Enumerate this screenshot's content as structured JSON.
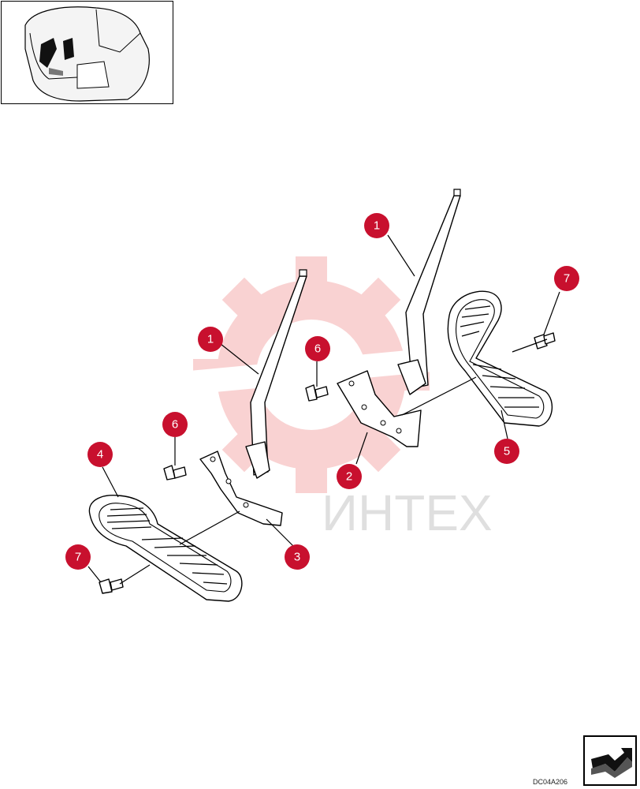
{
  "drawing_code": "DC04A206",
  "watermark_text": "ИНТЕХ",
  "callout_color": "#c8102e",
  "callouts": [
    {
      "id": "rod-upper",
      "label": "1"
    },
    {
      "id": "rod-lower",
      "label": "1"
    },
    {
      "id": "bracket-right",
      "label": "2"
    },
    {
      "id": "bracket-left",
      "label": "3"
    },
    {
      "id": "pedal-left",
      "label": "4"
    },
    {
      "id": "pedal-right",
      "label": "5"
    },
    {
      "id": "bolt-upper",
      "label": "6"
    },
    {
      "id": "bolt-lower",
      "label": "6"
    },
    {
      "id": "bolt-right",
      "label": "7"
    },
    {
      "id": "bolt-left",
      "label": "7"
    }
  ],
  "icons": {
    "thumbnail": "cab-location-thumbnail",
    "navigation": "next-page-arrow-icon",
    "watermark": "gear-logo-watermark"
  }
}
